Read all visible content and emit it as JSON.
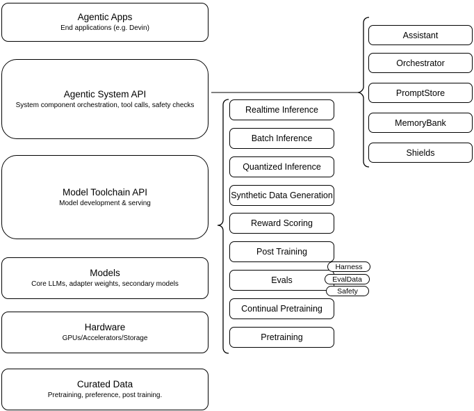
{
  "colors": {
    "background": "#ffffff",
    "node_border": "#000000",
    "text": "#000000",
    "connector_line": "#808080"
  },
  "stack": [
    {
      "title": "Agentic Apps",
      "subtitle": "End applications (e.g. Devin)"
    },
    {
      "title": "Agentic System API",
      "subtitle": "System component orchestration, tool calls, safety checks"
    },
    {
      "title": "Model Toolchain API",
      "subtitle": "Model development & serving"
    },
    {
      "title": "Models",
      "subtitle": "Core LLMs, adapter weights, secondary models"
    },
    {
      "title": "Hardware",
      "subtitle": "GPUs/Accelerators/Storage"
    },
    {
      "title": "Curated Data",
      "subtitle": "Pretraining, preference, post training."
    }
  ],
  "toolchain": {
    "items": [
      "Realtime Inference",
      "Batch Inference",
      "Quantized Inference",
      "Synthetic Data Generation",
      "Reward Scoring",
      "Post Training",
      "Evals",
      "Continual Pretraining",
      "Pretraining"
    ]
  },
  "evals_tags": [
    "Harness",
    "EvalData",
    "Safety"
  ],
  "system_components": [
    "Assistant",
    "Orchestrator",
    "PromptStore",
    "MemoryBank",
    "Shields"
  ]
}
